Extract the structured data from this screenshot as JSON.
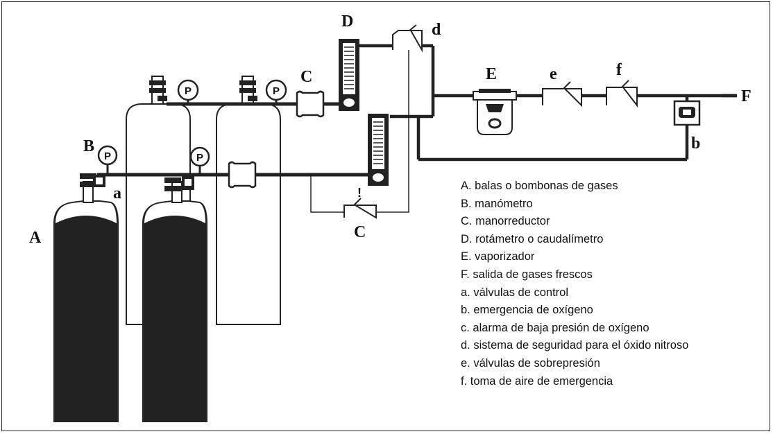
{
  "labels": {
    "A": "A",
    "B": "B",
    "C_top": "C",
    "C_bottom": "C",
    "D": "D",
    "E": "E",
    "F": "F",
    "a": "a",
    "b": "b",
    "d": "d",
    "e": "e",
    "f": "f"
  },
  "gauge_letter": "P",
  "alarm_mark": "!",
  "legend": [
    "A. balas o bombonas de gases",
    "B. manómetro",
    "C. manorreductor",
    "D. rotámetro o caudalímetro",
    "E. vaporizador",
    "F. salida de gases frescos",
    "a. válvulas de control",
    "b. emergencia de oxígeno",
    "c. alarma de baja presión de oxígeno",
    "d. sistema de seguridad para el óxido nitroso",
    "e. válvulas de sobrepresión",
    "f. toma de aire de emergencia"
  ]
}
